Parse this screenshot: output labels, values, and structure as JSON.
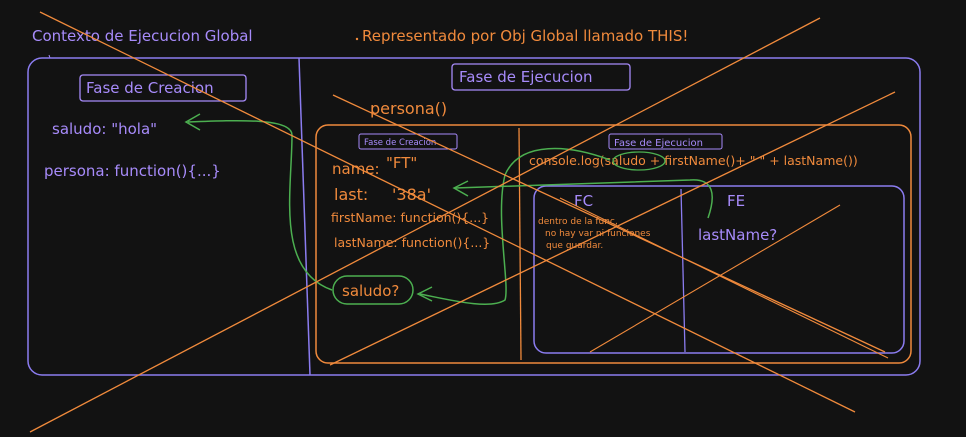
{
  "colors": {
    "purple": "#a78bfa",
    "orange": "#f08a3c",
    "green": "#4caf50",
    "background": "#121212"
  },
  "header": {
    "left_title": "Contexto de Ejecucion Global",
    "right_title": "Representado por Obj Global llamado THIS!"
  },
  "global": {
    "creation_phase_label": "Fase de Creacion",
    "execution_phase_label": "Fase de Ejecucion",
    "saludo_line": "saludo: \"hola\"",
    "persona_line": "persona: function(){...}"
  },
  "persona_context": {
    "title": "persona()",
    "creation_phase_label": "Fase de Creacion",
    "execution_phase_label": "Fase de Ejecucion",
    "name_key": "name:",
    "name_value": "\"FT\"",
    "last_key": "last:",
    "last_value": "'38a'",
    "firstname_line": "firstName: function(){...}",
    "lastname_line": "lastName: function(){...}",
    "saludo_question": "saludo?",
    "console_line": "console.log(saludo + firstName()+ \" \" + lastName())"
  },
  "inner_context": {
    "fc_label": "FC",
    "fe_label": "FE",
    "fc_note_1": "dentro de la func,",
    "fc_note_2": "no hay var ni funciones",
    "fc_note_3": "que guardar.",
    "fe_question": "lastName?"
  }
}
